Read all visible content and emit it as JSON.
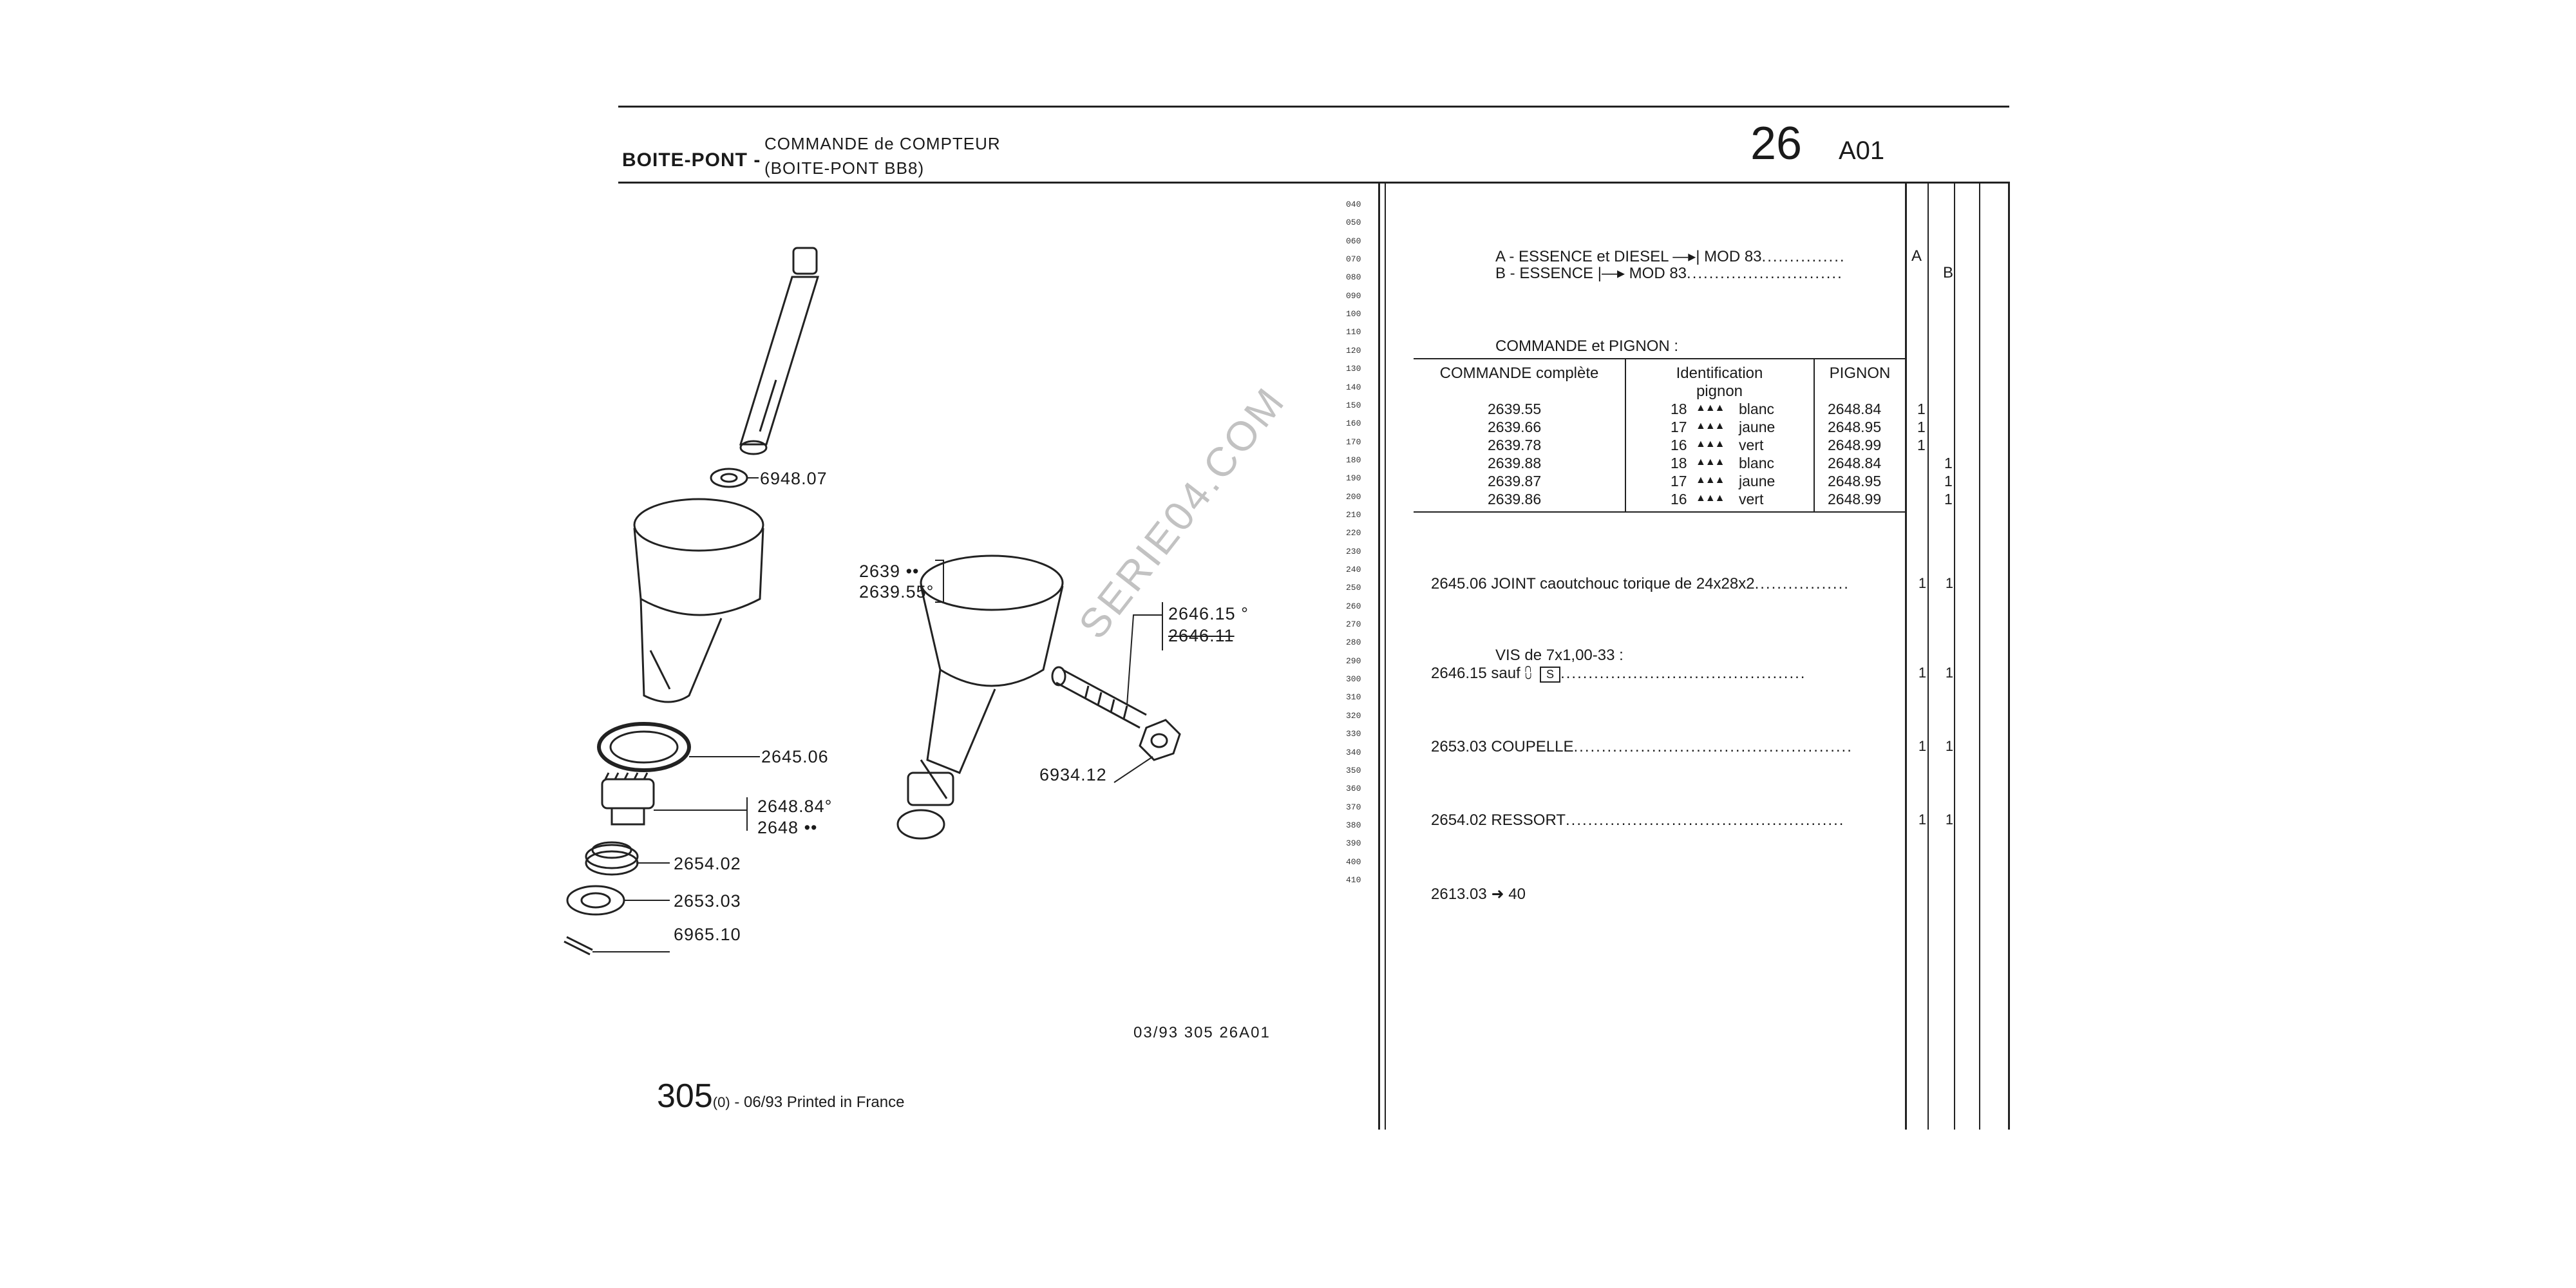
{
  "header": {
    "group": "BOITE-PONT -",
    "subtitle_line1": "COMMANDE de COMPTEUR",
    "subtitle_line2": "(BOITE-PONT BB8)",
    "page_number": "26",
    "page_code": "A01"
  },
  "line_numbers": [
    "040",
    "050",
    "060",
    "070",
    "080",
    "090",
    "100",
    "110",
    "120",
    "130",
    "140",
    "150",
    "160",
    "170",
    "180",
    "190",
    "200",
    "210",
    "220",
    "230",
    "240",
    "250",
    "260",
    "270",
    "280",
    "290",
    "300",
    "310",
    "320",
    "330",
    "340",
    "350",
    "360",
    "370",
    "380",
    "390",
    "400",
    "410"
  ],
  "applicability": {
    "a_text": "A - ESSENCE et DIESEL",
    "a_arrow": "—▸|",
    "a_suffix": "MOD 83",
    "b_text": "B - ESSENCE",
    "b_arrow": "|—▸",
    "b_suffix": "MOD 83",
    "col_a": "A",
    "col_b": "B"
  },
  "pinion_table": {
    "heading": "COMMANDE et PIGNON :",
    "col1": "COMMANDE complète",
    "col2_line1": "Identification",
    "col2_line2": "pignon",
    "col3": "PIGNON",
    "triangles": "▲▲▲",
    "rows": [
      {
        "ref": "2639.55",
        "num": "18",
        "color": "blanc",
        "pignon": "2648.84",
        "a": "1",
        "b": ""
      },
      {
        "ref": "2639.66",
        "num": "17",
        "color": "jaune",
        "pignon": "2648.95",
        "a": "1",
        "b": ""
      },
      {
        "ref": "2639.78",
        "num": "16",
        "color": "vert",
        "pignon": "2648.99",
        "a": "1",
        "b": ""
      },
      {
        "ref": "2639.88",
        "num": "18",
        "color": "blanc",
        "pignon": "2648.84",
        "a": "",
        "b": "1"
      },
      {
        "ref": "2639.87",
        "num": "17",
        "color": "jaune",
        "pignon": "2648.95",
        "a": "",
        "b": "1"
      },
      {
        "ref": "2639.86",
        "num": "16",
        "color": "vert",
        "pignon": "2648.99",
        "a": "",
        "b": "1"
      }
    ]
  },
  "parts": [
    {
      "text": "2645.06 JOINT caoutchouc torique de 24x28x2",
      "a": "1",
      "b": "1"
    },
    {
      "text": "2646.15  sauf",
      "pre": "VIS de 7x1,00-33 :",
      "badge": "S",
      "a": "1",
      "b": "1"
    },
    {
      "text": "2653.03 COUPELLE",
      "a": "1",
      "b": "1"
    },
    {
      "text": "2654.02 RESSORT",
      "a": "1",
      "b": "1"
    },
    {
      "text": "2613.03",
      "arrow": "➜",
      "ref": "40"
    }
  ],
  "callouts": {
    "c6948": "6948.07",
    "c2645": "2645.06",
    "c2648a": "2648.84°",
    "c2648b": "2648 ••",
    "c2654": "2654.02",
    "c2653": "2653.03",
    "c6965": "6965.10",
    "c2639a": "2639 ••",
    "c2639b": "2639.55°",
    "c2646a": "2646.15 °",
    "c2646b": "2646.11",
    "c6934": "6934.12"
  },
  "watermark": "SERIE04.COM",
  "footer": {
    "code": "03/93  305  26A01",
    "page": "305",
    "rest_sup": "(0)",
    "rest": " - 06/93 Printed in France"
  }
}
